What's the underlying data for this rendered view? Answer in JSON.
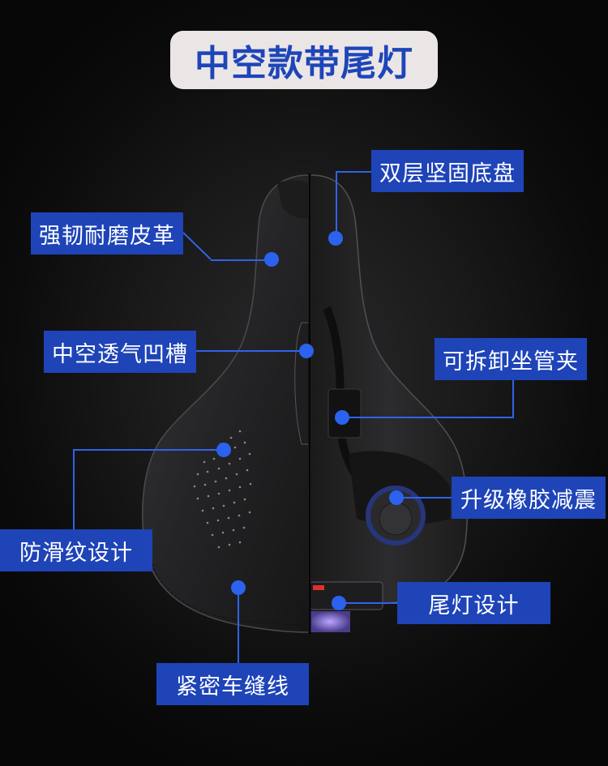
{
  "title": "中空款带尾灯",
  "colors": {
    "background": "#0b0b0c",
    "title_pill_bg": "#ebe6e6",
    "title_text": "#1e45b9",
    "label_bg": "#1e44b8",
    "label_text": "#ffffff",
    "callout_line": "#2f63e8",
    "callout_dot": "#2b62ee"
  },
  "product": {
    "name": "bicycle-saddle",
    "view": "half-cutaway-top-bottom"
  },
  "callouts": [
    {
      "id": "double-layer-base",
      "label": "双层坚固底盘"
    },
    {
      "id": "tough-leather",
      "label": "强韧耐磨皮革"
    },
    {
      "id": "hollow-channel",
      "label": "中空透气凹槽"
    },
    {
      "id": "seatpost-clamp",
      "label": "可拆卸坐管夹"
    },
    {
      "id": "rubber-shock",
      "label": "升级橡胶减震"
    },
    {
      "id": "anti-slip",
      "label": "防滑纹设计"
    },
    {
      "id": "tail-light",
      "label": "尾灯设计"
    },
    {
      "id": "tight-stitching",
      "label": "紧密车缝线"
    }
  ]
}
